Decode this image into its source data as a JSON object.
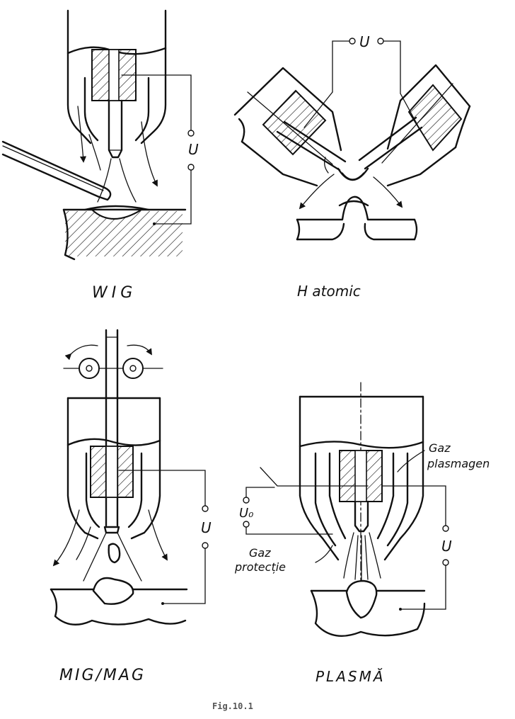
{
  "panels": {
    "wig": {
      "title": "WIG",
      "voltage": "U"
    },
    "h_atomic": {
      "title": "H atomic",
      "voltage": "U"
    },
    "mig_mag": {
      "title": "MIG/MAG",
      "voltage": "U"
    },
    "plasma": {
      "title": "PLASMĂ",
      "voltage": "U",
      "voltage_pilot": "U₀",
      "gas_plasma": [
        "Gaz",
        "plasmagen"
      ],
      "gas_protection": [
        "Gaz",
        "protecție"
      ]
    }
  },
  "caption": "Fig.10.1"
}
